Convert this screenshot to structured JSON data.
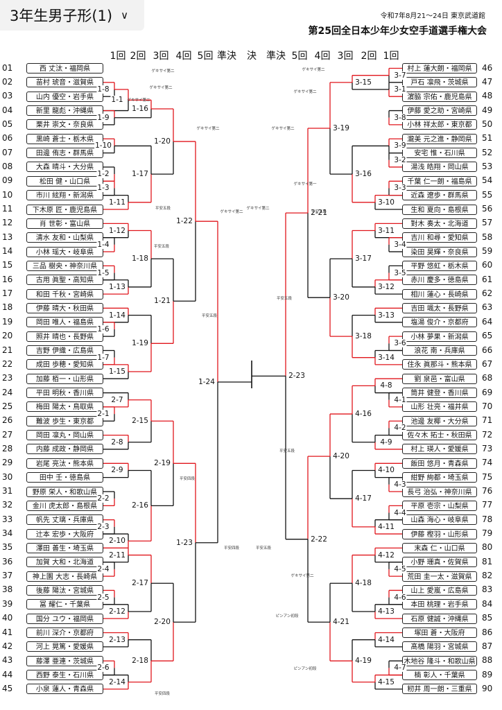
{
  "header": {
    "title": "3年生男子形(1)",
    "date_venue": "令和7年8月21～24日 東京武道館",
    "event": "第25回全日本少年少女空手道選手権大会"
  },
  "rounds": [
    "1回",
    "2回",
    "3回",
    "4回",
    "5回",
    "準決",
    "決",
    "準決",
    "5回",
    "4回",
    "3回",
    "2回",
    "1回"
  ],
  "left_players": [
    {
      "no": "01",
      "name": "西 丈汰・福岡県"
    },
    {
      "no": "02",
      "name": "苗村 琥音・滋賀県"
    },
    {
      "no": "03",
      "name": "山内 優空・岩手県"
    },
    {
      "no": "04",
      "name": "新里 龍彪・沖縄県"
    },
    {
      "no": "05",
      "name": "栗井 崇文・奈良県"
    },
    {
      "no": "06",
      "name": "黒崎 蒼士・栃木県"
    },
    {
      "no": "07",
      "name": "田邊 侑志・群馬県"
    },
    {
      "no": "08",
      "name": "大森 晴斗・大分県"
    },
    {
      "no": "09",
      "name": "松田 健・山口県"
    },
    {
      "no": "10",
      "name": "市川 絃翔・新潟県"
    },
    {
      "no": "11",
      "name": "下木原 匠・鹿児島県"
    },
    {
      "no": "12",
      "name": "肖 世彰・富山県"
    },
    {
      "no": "13",
      "name": "清水 友和・山梨県"
    },
    {
      "no": "14",
      "name": "小林 瑶大・岐阜県"
    },
    {
      "no": "15",
      "name": "三品 樹央・神奈川県"
    },
    {
      "no": "16",
      "name": "古用 眞聖・高知県"
    },
    {
      "no": "17",
      "name": "和田 千秋・宮崎県"
    },
    {
      "no": "18",
      "name": "伊藤 晴大・秋田県"
    },
    {
      "no": "19",
      "name": "岡田 唯人・福島県"
    },
    {
      "no": "20",
      "name": "照井 晴也・長野県"
    },
    {
      "no": "21",
      "name": "吉野 伊織・広島県"
    },
    {
      "no": "22",
      "name": "成田 歩穂・愛知県"
    },
    {
      "no": "23",
      "name": "加藤 栢一・山形県"
    },
    {
      "no": "24",
      "name": "平田 明秋・香川県"
    },
    {
      "no": "25",
      "name": "梅田 陽太・鳥取県"
    },
    {
      "no": "26",
      "name": "難波 歩生・東京都"
    },
    {
      "no": "27",
      "name": "岡田 凛丸・岡山県"
    },
    {
      "no": "28",
      "name": "内藤 成政・静岡県"
    },
    {
      "no": "29",
      "name": "岩尾 亮汰・熊本県"
    },
    {
      "no": "30",
      "name": "田中 壬・徳島県"
    },
    {
      "no": "31",
      "name": "野原 栄人・和歌山県"
    },
    {
      "no": "32",
      "name": "金川 虎太郎・島根県"
    },
    {
      "no": "33",
      "name": "帆先 丈璃・兵庫県"
    },
    {
      "no": "34",
      "name": "辻本 宏歩・大阪府"
    },
    {
      "no": "35",
      "name": "澤田 善生・埼玉県"
    },
    {
      "no": "36",
      "name": "加賀 大和・北海道"
    },
    {
      "no": "37",
      "name": "神上園 大志・長崎県"
    },
    {
      "no": "38",
      "name": "後藤 陽汰・宮城県"
    },
    {
      "no": "39",
      "name": "冨 耀仁・千葉県"
    },
    {
      "no": "40",
      "name": "国分 ユウ・福岡県"
    },
    {
      "no": "41",
      "name": "前川 深介・京都府"
    },
    {
      "no": "42",
      "name": "河上 晃篤・愛媛県"
    },
    {
      "no": "43",
      "name": "藤澤 亜連・茨城県"
    },
    {
      "no": "44",
      "name": "西野 泰生・石川県"
    },
    {
      "no": "45",
      "name": "小泉 蓮人・青森県"
    }
  ],
  "right_players": [
    {
      "no": "46",
      "name": "村上 蓮大朗・福岡県"
    },
    {
      "no": "47",
      "name": "戸石 凛飛・茨城県"
    },
    {
      "no": "48",
      "name": "濵脇 宗佑・鹿児島県"
    },
    {
      "no": "49",
      "name": "伊藤 愛之助・宮崎県"
    },
    {
      "no": "50",
      "name": "小林 祥太郎・東京都"
    },
    {
      "no": "51",
      "name": "瀧美 元之進・静岡県"
    },
    {
      "no": "52",
      "name": "安宅 惟・石川県"
    },
    {
      "no": "53",
      "name": "湯浅 皓翔・岡山県"
    },
    {
      "no": "54",
      "name": "千葉 仁一朗・福島県"
    },
    {
      "no": "55",
      "name": "近森 遼歩・群馬県"
    },
    {
      "no": "56",
      "name": "生和 夏向・島根県"
    },
    {
      "no": "57",
      "name": "對木 奏太・北海道"
    },
    {
      "no": "58",
      "name": "吉川 和尋・愛知県"
    },
    {
      "no": "59",
      "name": "染田 昊輝・奈良県"
    },
    {
      "no": "60",
      "name": "平野 悠虹・栃木県"
    },
    {
      "no": "61",
      "name": "赤川 慶多・徳島県"
    },
    {
      "no": "62",
      "name": "相川 蓮心・長崎県"
    },
    {
      "no": "63",
      "name": "吉田 颯太・長野県"
    },
    {
      "no": "64",
      "name": "塩湯 俊介・京都府"
    },
    {
      "no": "65",
      "name": "小林 夢果・新潟県"
    },
    {
      "no": "66",
      "name": "浪花 南・兵庫県"
    },
    {
      "no": "67",
      "name": "住永 眞那斗・熊本県"
    },
    {
      "no": "68",
      "name": "劉 泉邑・富山県"
    },
    {
      "no": "69",
      "name": "筒井 健登・香川県"
    },
    {
      "no": "70",
      "name": "山形 壮亮・福井県"
    },
    {
      "no": "71",
      "name": "池邊 友椰・大分県"
    },
    {
      "no": "72",
      "name": "佐々木 拓士・秋田県"
    },
    {
      "no": "73",
      "name": "村上 瑛人・愛媛県"
    },
    {
      "no": "74",
      "name": "飯田 悠月・青森県"
    },
    {
      "no": "75",
      "name": "紺野 絢都・埼玉県"
    },
    {
      "no": "76",
      "name": "長弓 治弘・神奈川県"
    },
    {
      "no": "77",
      "name": "平原 壱宗・山梨県"
    },
    {
      "no": "78",
      "name": "山森 海心・岐阜県"
    },
    {
      "no": "79",
      "name": "伊藤 樫羽・山形県"
    },
    {
      "no": "80",
      "name": "末森 仁・山口県"
    },
    {
      "no": "81",
      "name": "小野 珊真・佐賀県"
    },
    {
      "no": "82",
      "name": "荒田 圭一太・滋賀県"
    },
    {
      "no": "83",
      "name": "山上 愛嵐・広島県"
    },
    {
      "no": "84",
      "name": "本田 桃理・岩手県"
    },
    {
      "no": "85",
      "name": "石原 健誠・沖縄県"
    },
    {
      "no": "86",
      "name": "塚田 蒼・大阪府"
    },
    {
      "no": "87",
      "name": "髙橋 陽羽・宮城県"
    },
    {
      "no": "88",
      "name": "木地谷 隆斗・和歌山県"
    },
    {
      "no": "89",
      "name": "楠 彰人・千葉県"
    },
    {
      "no": "90",
      "name": "籾井 周一朗・三重県"
    }
  ],
  "left_matches": [
    {
      "id": "1-8"
    },
    {
      "id": "1-1"
    },
    {
      "id": "1-9"
    },
    {
      "id": "1-10"
    },
    {
      "id": "1-2"
    },
    {
      "id": "1-3"
    },
    {
      "id": "1-11"
    },
    {
      "id": "1-12"
    },
    {
      "id": "1-4"
    },
    {
      "id": "1-5"
    },
    {
      "id": "1-13"
    },
    {
      "id": "1-14"
    },
    {
      "id": "1-6"
    },
    {
      "id": "1-7"
    },
    {
      "id": "1-15"
    },
    {
      "id": "2-7"
    },
    {
      "id": "2-1"
    },
    {
      "id": "2-8"
    },
    {
      "id": "2-9"
    },
    {
      "id": "2-2"
    },
    {
      "id": "2-3"
    },
    {
      "id": "2-10"
    },
    {
      "id": "2-11"
    },
    {
      "id": "2-4"
    },
    {
      "id": "2-5"
    },
    {
      "id": "2-12"
    },
    {
      "id": "2-13"
    },
    {
      "id": "2-6"
    },
    {
      "id": "2-14"
    },
    {
      "id": "1-16"
    },
    {
      "id": "1-17"
    },
    {
      "id": "1-18"
    },
    {
      "id": "1-19"
    },
    {
      "id": "2-15"
    },
    {
      "id": "2-16"
    },
    {
      "id": "2-17"
    },
    {
      "id": "2-18"
    },
    {
      "id": "1-20"
    },
    {
      "id": "1-21"
    },
    {
      "id": "2-19"
    },
    {
      "id": "2-20"
    },
    {
      "id": "1-22"
    },
    {
      "id": "1-23"
    },
    {
      "id": "1-24"
    }
  ],
  "right_matches": [
    {
      "id": "3-7"
    },
    {
      "id": "3-1"
    },
    {
      "id": "3-8"
    },
    {
      "id": "3-9"
    },
    {
      "id": "3-2"
    },
    {
      "id": "3-3"
    },
    {
      "id": "3-10"
    },
    {
      "id": "3-11"
    },
    {
      "id": "3-4"
    },
    {
      "id": "3-5"
    },
    {
      "id": "3-12"
    },
    {
      "id": "3-13"
    },
    {
      "id": "3-6"
    },
    {
      "id": "3-14"
    },
    {
      "id": "4-8"
    },
    {
      "id": "4-1"
    },
    {
      "id": "4-2"
    },
    {
      "id": "4-9"
    },
    {
      "id": "4-10"
    },
    {
      "id": "4-3"
    },
    {
      "id": "4-4"
    },
    {
      "id": "4-11"
    },
    {
      "id": "4-12"
    },
    {
      "id": "4-5"
    },
    {
      "id": "4-6"
    },
    {
      "id": "4-13"
    },
    {
      "id": "4-14"
    },
    {
      "id": "4-7"
    },
    {
      "id": "4-15"
    },
    {
      "id": "3-15"
    },
    {
      "id": "3-16"
    },
    {
      "id": "3-17"
    },
    {
      "id": "3-18"
    },
    {
      "id": "4-16"
    },
    {
      "id": "4-17"
    },
    {
      "id": "4-18"
    },
    {
      "id": "4-19"
    },
    {
      "id": "3-19"
    },
    {
      "id": "3-20"
    },
    {
      "id": "4-20"
    },
    {
      "id": "4-21"
    },
    {
      "id": "2-21"
    },
    {
      "id": "2-22"
    },
    {
      "id": "2-23"
    }
  ],
  "waza_notes": [
    "ゲキサイ第二",
    "平安五段",
    "平安四段",
    "平安三段",
    "ピンアン初段",
    "ゲキサイ第一"
  ],
  "colors": {
    "winner_line": "#e0151b",
    "bracket_line": "#111111",
    "title_bg": "#f2f2f2"
  }
}
